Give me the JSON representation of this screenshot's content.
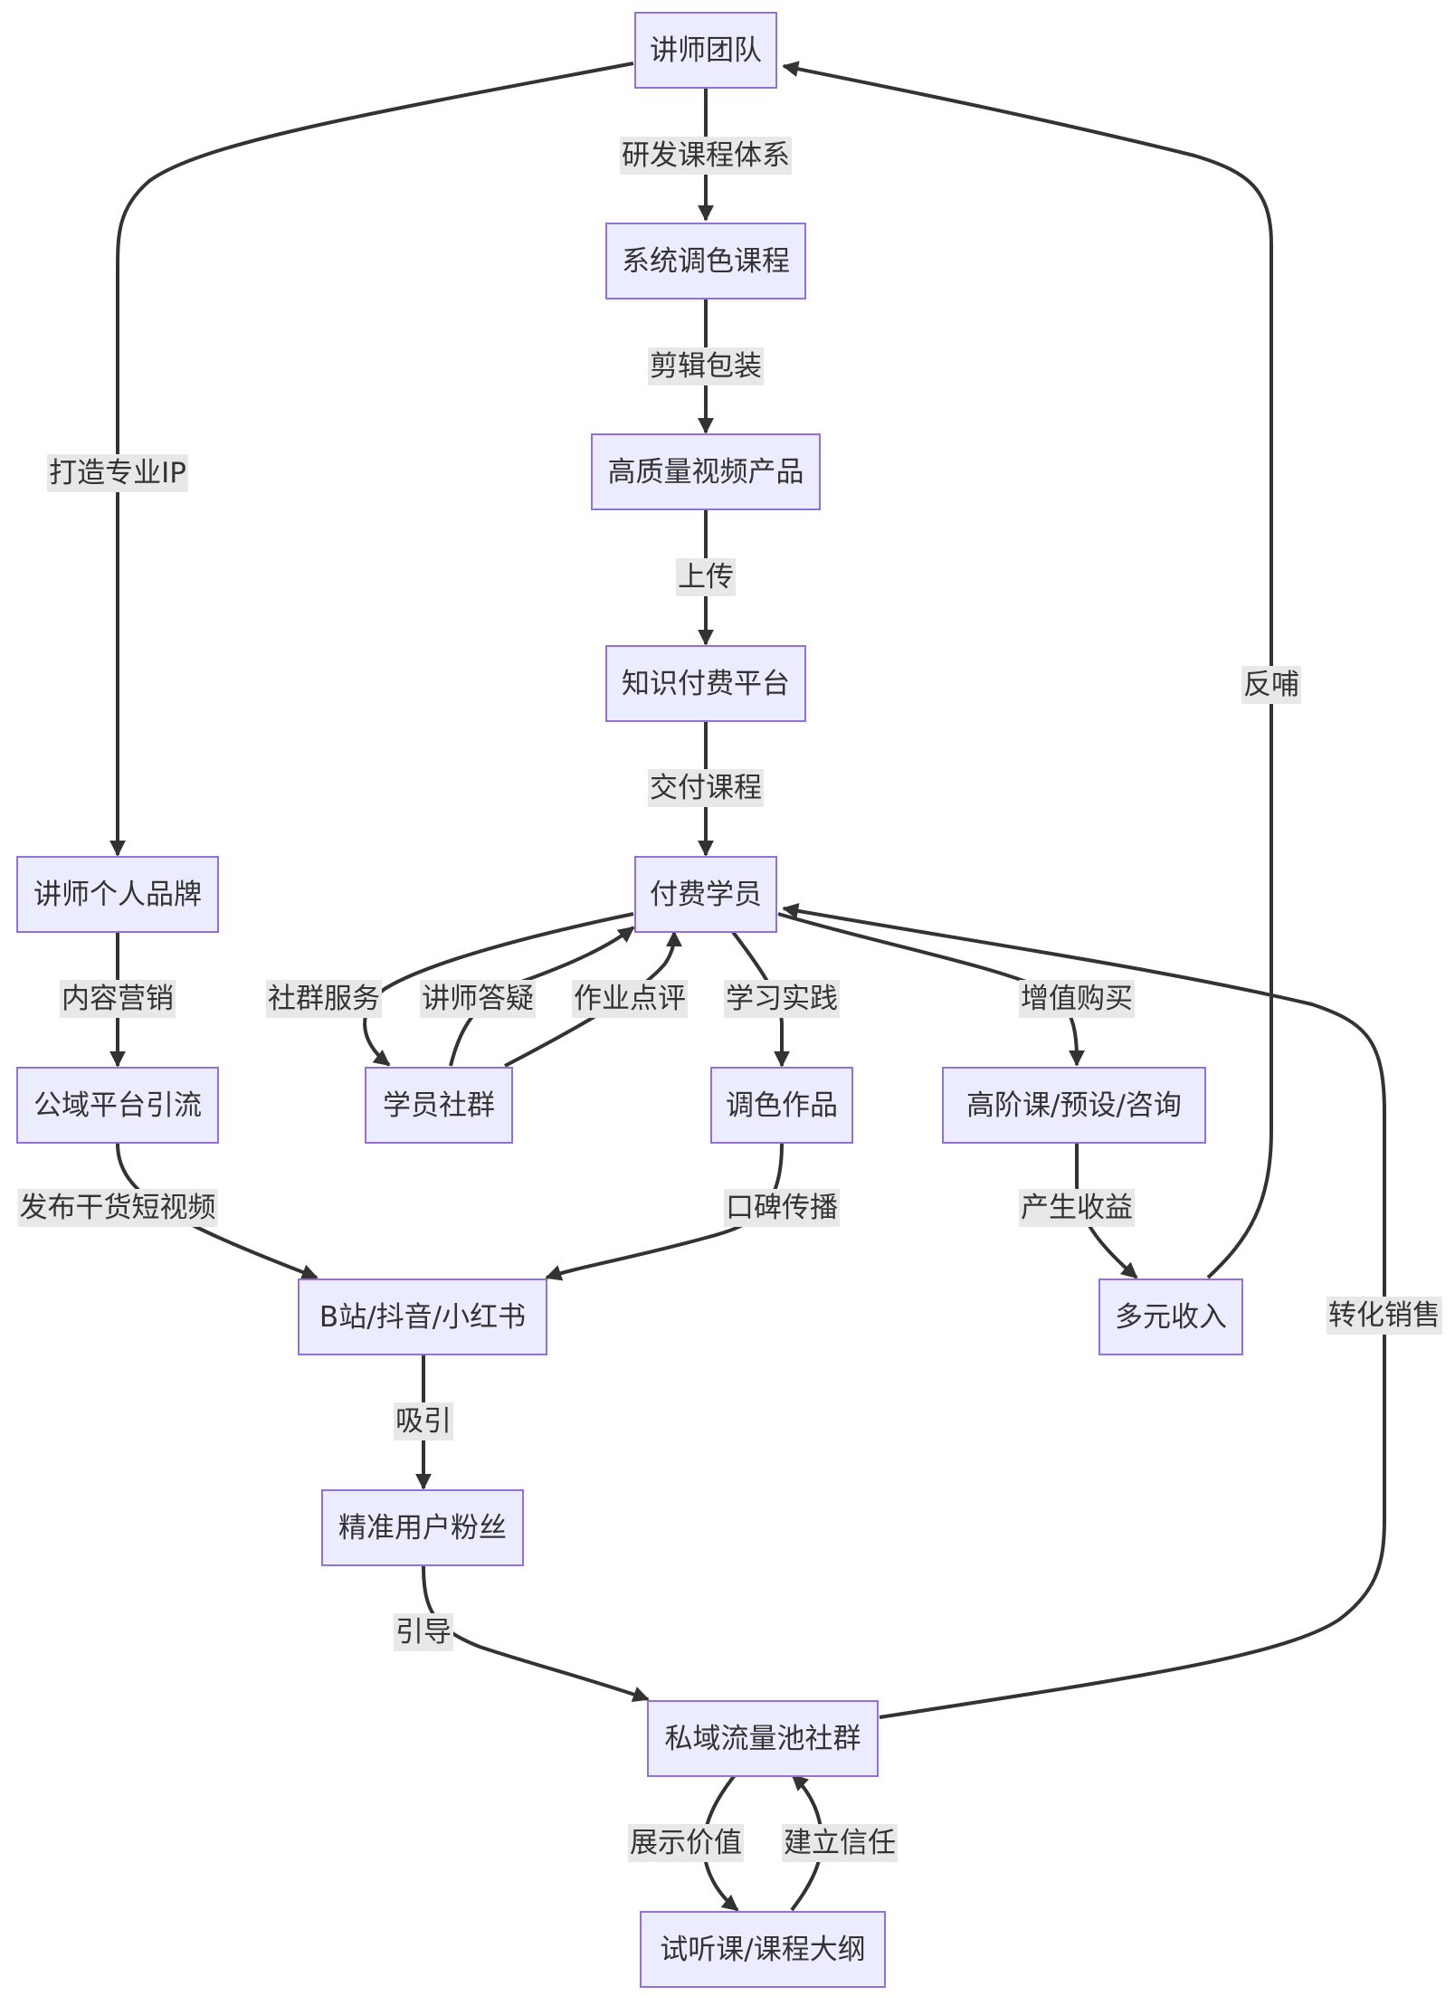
{
  "nodes": [
    {
      "id": "team",
      "label": "讲师团队"
    },
    {
      "id": "course",
      "label": "系统调色课程"
    },
    {
      "id": "video",
      "label": "高质量视频产品"
    },
    {
      "id": "platform",
      "label": "知识付费平台"
    },
    {
      "id": "students",
      "label": "付费学员"
    },
    {
      "id": "brand",
      "label": "讲师个人品牌"
    },
    {
      "id": "public",
      "label": "公域平台引流"
    },
    {
      "id": "community",
      "label": "学员社群"
    },
    {
      "id": "works",
      "label": "调色作品"
    },
    {
      "id": "advanced",
      "label": "高阶课/预设/咨询"
    },
    {
      "id": "income",
      "label": "多元收入"
    },
    {
      "id": "channels",
      "label": "B站/抖音/小红书"
    },
    {
      "id": "fans",
      "label": "精准用户粉丝"
    },
    {
      "id": "private",
      "label": "私域流量池社群"
    },
    {
      "id": "trial",
      "label": "试听课/课程大纲"
    }
  ],
  "edges": [
    {
      "from": "team",
      "to": "course",
      "label": "研发课程体系"
    },
    {
      "from": "course",
      "to": "video",
      "label": "剪辑包装"
    },
    {
      "from": "video",
      "to": "platform",
      "label": "上传"
    },
    {
      "from": "platform",
      "to": "students",
      "label": "交付课程"
    },
    {
      "from": "team",
      "to": "brand",
      "label": "打造专业IP"
    },
    {
      "from": "brand",
      "to": "public",
      "label": "内容营销"
    },
    {
      "from": "public",
      "to": "channels",
      "label": "发布干货短视频"
    },
    {
      "from": "students",
      "to": "community",
      "label": "社群服务"
    },
    {
      "from": "community",
      "to": "students",
      "label": "讲师答疑"
    },
    {
      "from": "community",
      "to": "students",
      "label": "作业点评"
    },
    {
      "from": "students",
      "to": "works",
      "label": "学习实践"
    },
    {
      "from": "students",
      "to": "advanced",
      "label": "增值购买"
    },
    {
      "from": "works",
      "to": "channels",
      "label": "口碑传播"
    },
    {
      "from": "advanced",
      "to": "income",
      "label": "产生收益"
    },
    {
      "from": "income",
      "to": "team",
      "label": "反哺"
    },
    {
      "from": "channels",
      "to": "fans",
      "label": "吸引"
    },
    {
      "from": "fans",
      "to": "private",
      "label": "引导"
    },
    {
      "from": "private",
      "to": "students",
      "label": "转化销售"
    },
    {
      "from": "private",
      "to": "trial",
      "label": "展示价值"
    },
    {
      "from": "trial",
      "to": "private",
      "label": "建立信任"
    }
  ]
}
